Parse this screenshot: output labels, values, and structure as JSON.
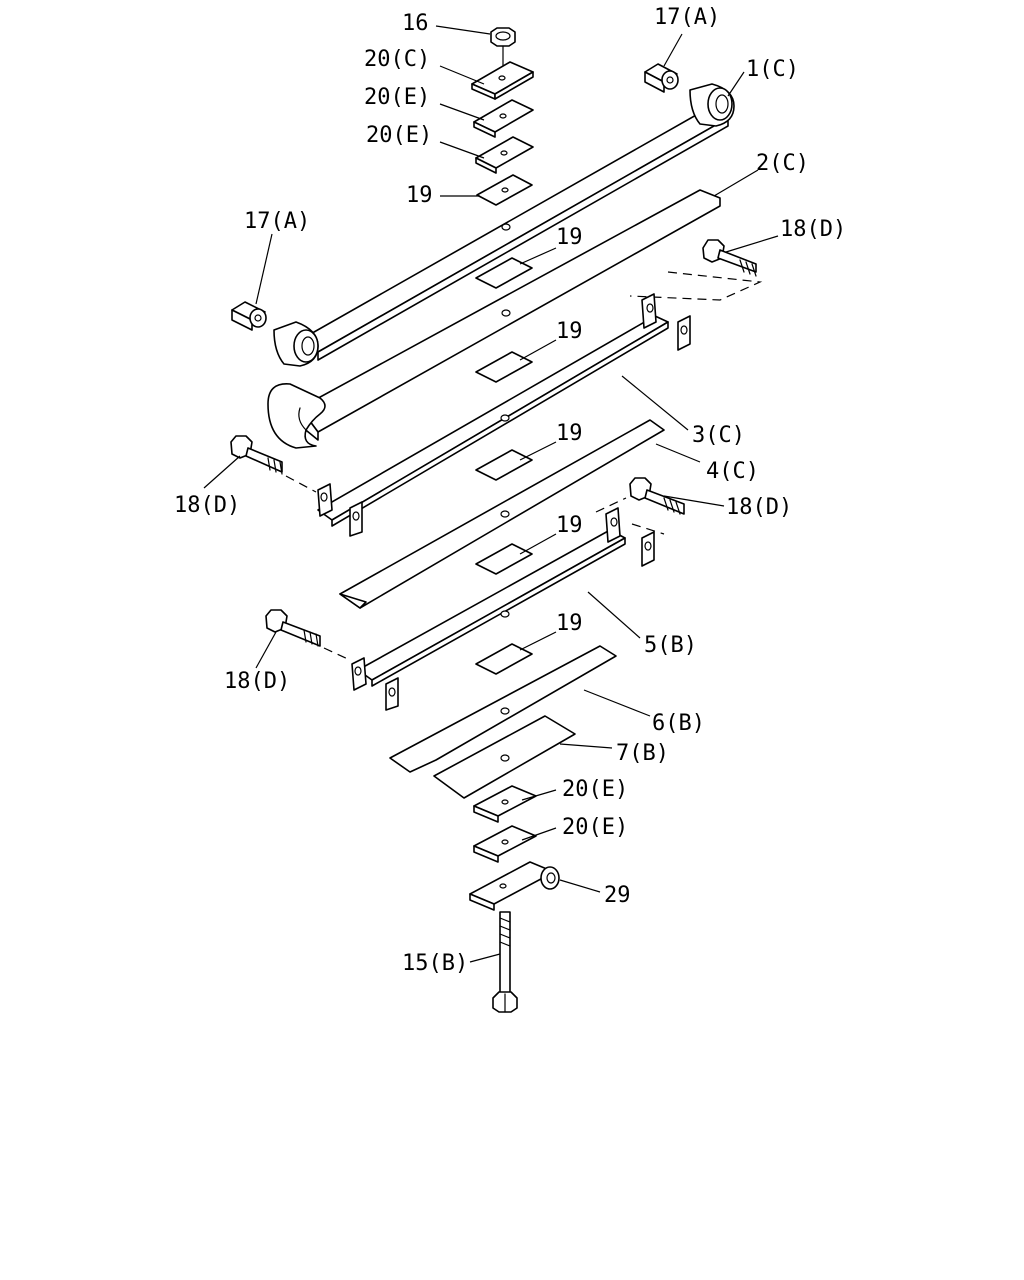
{
  "labels": {
    "l16": "16",
    "l17a_top": "17(A)",
    "l1c": "1(C)",
    "l20c": "20(C)",
    "l20e_1": "20(E)",
    "l20e_2": "20(E)",
    "l19_top": "19",
    "l2c": "2(C)",
    "l17a_left": "17(A)",
    "l19_a": "19",
    "l18d_top": "18(D)",
    "l19_b": "19",
    "l3c": "3(C)",
    "l19_c": "19",
    "l4c": "4(C)",
    "l18d_left": "18(D)",
    "l18d_right": "18(D)",
    "l19_d": "19",
    "l5b": "5(B)",
    "l19_e": "19",
    "l18d_bottom": "18(D)",
    "l6b": "6(B)",
    "l7b": "7(B)",
    "l20e_3": "20(E)",
    "l20e_4": "20(E)",
    "l29": "29",
    "l15b": "15(B)"
  }
}
